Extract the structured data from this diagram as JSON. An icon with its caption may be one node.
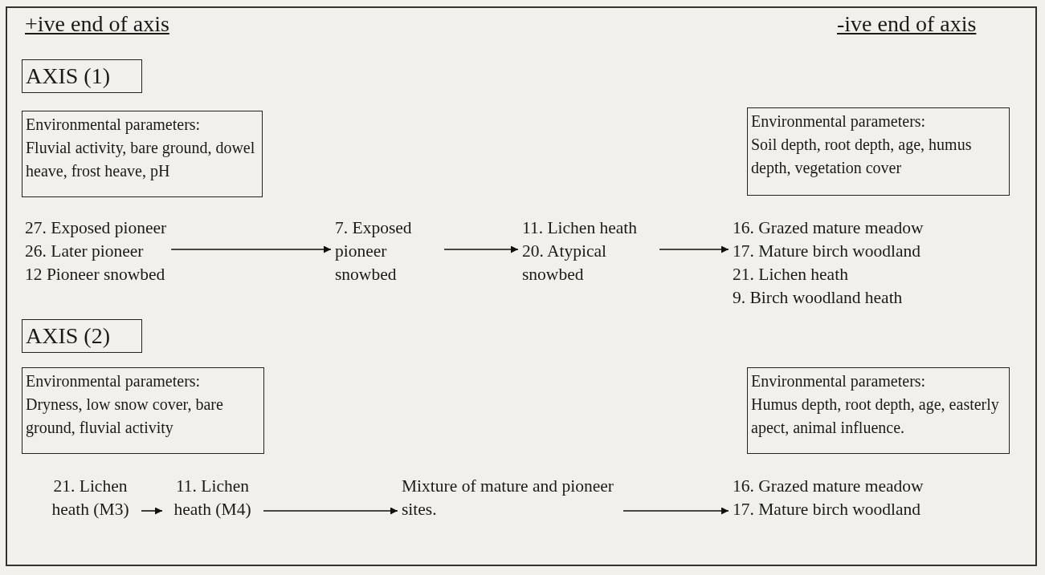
{
  "diagram": {
    "nodes": [
      {
        "text": [
          "AXIS (1)"
        ]
      },
      {
        "text": [
          "Environmental parameters:",
          "Fluvial activity, bare ground, dowel heave, frost heave, pH"
        ]
      },
      {
        "text": [
          "Environmental parameters:",
          "Soil depth, root depth, age, humus depth, vegetation cover"
        ]
      },
      {
        "text": [
          "27. Exposed pioneer",
          "26. Later pioneer",
          "12 Pioneer snowbed"
        ]
      },
      {
        "text": [
          "7. Exposed pioneer snowbed"
        ]
      },
      {
        "text": [
          "11. Lichen heath",
          "20. Atypical snowbed"
        ]
      },
      {
        "text": [
          "16. Grazed mature meadow",
          "17. Mature birch woodland",
          "21. Lichen heath",
          "9. Birch woodland heath"
        ]
      },
      {
        "text": [
          "AXIS (2)"
        ]
      },
      {
        "text": [
          "Environmental parameters:",
          "Dryness, low snow cover, bare ground, fluvial activity"
        ]
      },
      {
        "text": [
          "Environmental parameters:",
          "Humus depth, root depth, age, easterly apect, animal influence."
        ]
      },
      {
        "text": [
          "21. Lichen heath (M3)"
        ]
      },
      {
        "text": [
          "11. Lichen heath (M4)"
        ]
      },
      {
        "text": [
          "Mixture of mature and pioneer sites."
        ]
      },
      {
        "text": [
          "16. Grazed mature meadow",
          "17. Mature birch woodland"
        ]
      }
    ],
    "edges": [
      {
        "from": 3,
        "to": 4,
        "arrow": "to"
      },
      {
        "from": 4,
        "to": 5,
        "arrow": "to"
      },
      {
        "from": 5,
        "to": 6,
        "arrow": "to"
      },
      {
        "from": 10,
        "to": 11,
        "arrow": "to"
      },
      {
        "from": 11,
        "to": 12,
        "arrow": "to"
      },
      {
        "from": 12,
        "to": 13,
        "arrow": "to"
      }
    ],
    "labels": [
      "+ive end of axis",
      "-ive end of axis"
    ]
  }
}
